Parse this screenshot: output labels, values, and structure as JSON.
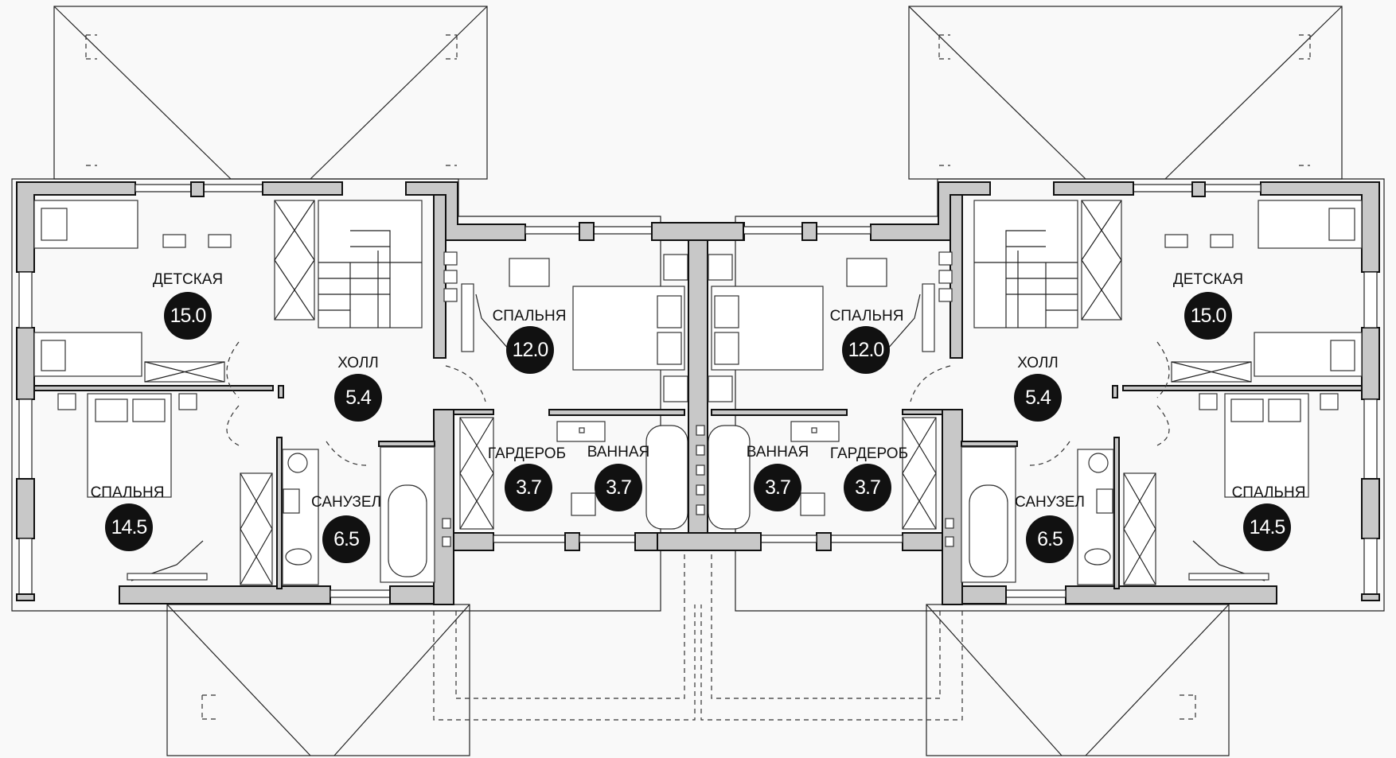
{
  "rooms": [
    {
      "id": "l-detskaya",
      "name": "ДЕТСКАЯ",
      "area": "15.0"
    },
    {
      "id": "l-holl",
      "name": "ХОЛЛ",
      "area": "5.4"
    },
    {
      "id": "l-spalnya-main",
      "name": "СПАЛЬНЯ",
      "area": "12.0"
    },
    {
      "id": "l-spalnya-corner",
      "name": "СПАЛЬНЯ",
      "area": "14.5"
    },
    {
      "id": "l-sanuzel",
      "name": "САНУЗЕЛ",
      "area": "6.5"
    },
    {
      "id": "l-garderob",
      "name": "ГАРДЕРОБ",
      "area": "3.7"
    },
    {
      "id": "l-vannaya",
      "name": "ВАННАЯ",
      "area": "3.7"
    },
    {
      "id": "r-vannaya",
      "name": "ВАННАЯ",
      "area": "3.7"
    },
    {
      "id": "r-garderob",
      "name": "ГАРДЕРОБ",
      "area": "3.7"
    },
    {
      "id": "r-spalnya-main",
      "name": "СПАЛЬНЯ",
      "area": "12.0"
    },
    {
      "id": "r-holl",
      "name": "ХОЛЛ",
      "area": "5.4"
    },
    {
      "id": "r-detskaya",
      "name": "ДЕТСКАЯ",
      "area": "15.0"
    },
    {
      "id": "r-sanuzel",
      "name": "САНУЗЕЛ",
      "area": "6.5"
    },
    {
      "id": "r-spalnya-corner",
      "name": "СПАЛЬНЯ",
      "area": "14.5"
    }
  ],
  "colors": {
    "wall": "#c8c8c8",
    "line": "#222222",
    "badge": "#111111",
    "background": "#f9f9f9"
  }
}
